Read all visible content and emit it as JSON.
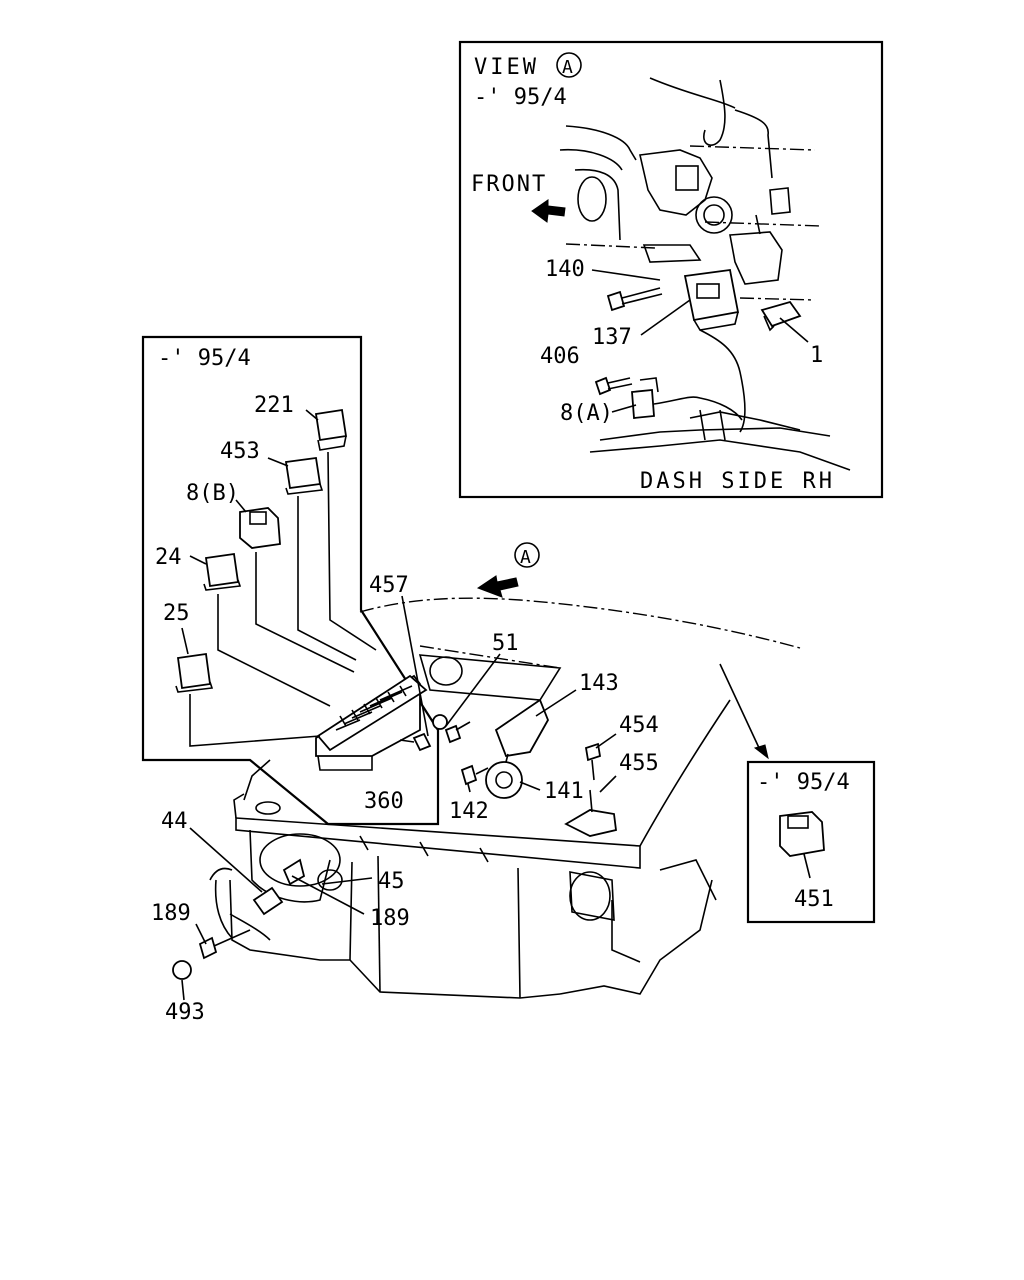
{
  "view": {
    "title": "VIEW",
    "title_symbol": "A",
    "period": "-' 95/4",
    "front": "FRONT",
    "caption": "DASH SIDE RH",
    "labels": [
      "140",
      "137",
      "406",
      "8(A)",
      "1"
    ]
  },
  "left_inset": {
    "period": "-' 95/4",
    "labels": [
      "221",
      "453",
      "8(B)",
      "24",
      "25"
    ]
  },
  "right_inset": {
    "period": "-' 95/4",
    "labels": [
      "451"
    ]
  },
  "main": {
    "arrow_symbol": "A",
    "labels": [
      "457",
      "51",
      "143",
      "454",
      "455",
      "141",
      "142",
      "360",
      "44",
      "45",
      "189",
      "189",
      "493"
    ]
  }
}
